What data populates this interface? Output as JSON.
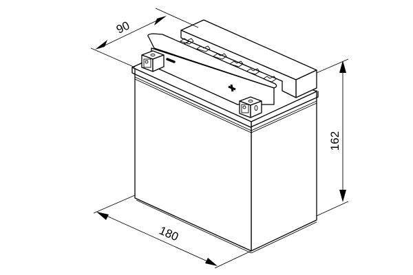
{
  "figure": {
    "subject": "battery-dimension-drawing",
    "line_color": "#000000",
    "background": "#ffffff"
  },
  "dimensions": {
    "depth": {
      "label": "90"
    },
    "height": {
      "label": "162"
    },
    "length": {
      "label": "180"
    }
  },
  "terminals": {
    "negative_symbol": "−",
    "positive_symbol": "+"
  }
}
